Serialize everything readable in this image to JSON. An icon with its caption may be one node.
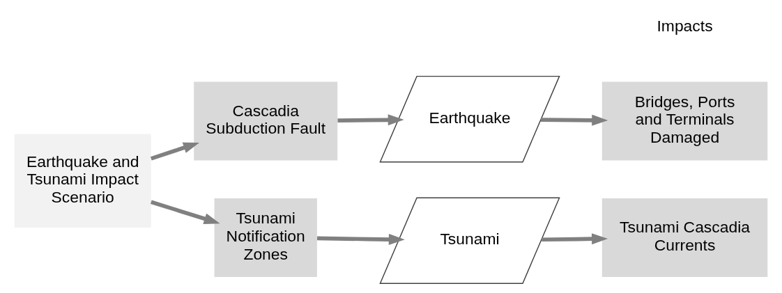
{
  "diagram": {
    "nodes": [
      {
        "text": [
          "Earthquake and Tsunami Impact Scenario"
        ]
      },
      {
        "text": [
          "Cascadia Subduction Fault"
        ]
      },
      {
        "text": [
          "Earthquake"
        ]
      },
      {
        "text": [
          "Bridges, Ports and Terminals Damaged"
        ]
      },
      {
        "text": [
          "Tsunami Notification Zones"
        ]
      },
      {
        "text": [
          "Tsunami"
        ]
      },
      {
        "text": [
          "Tsunami Cascadia Currents"
        ]
      }
    ],
    "edges": [
      {
        "from": 0,
        "to": 1,
        "arrow": "to"
      },
      {
        "from": 0,
        "to": 4,
        "arrow": "to"
      },
      {
        "from": 1,
        "to": 2,
        "arrow": "to"
      },
      {
        "from": 2,
        "to": 3,
        "arrow": "to"
      },
      {
        "from": 4,
        "to": 5,
        "arrow": "to"
      },
      {
        "from": 5,
        "to": 6,
        "arrow": "to"
      }
    ],
    "labels": [
      "Impacts"
    ]
  }
}
